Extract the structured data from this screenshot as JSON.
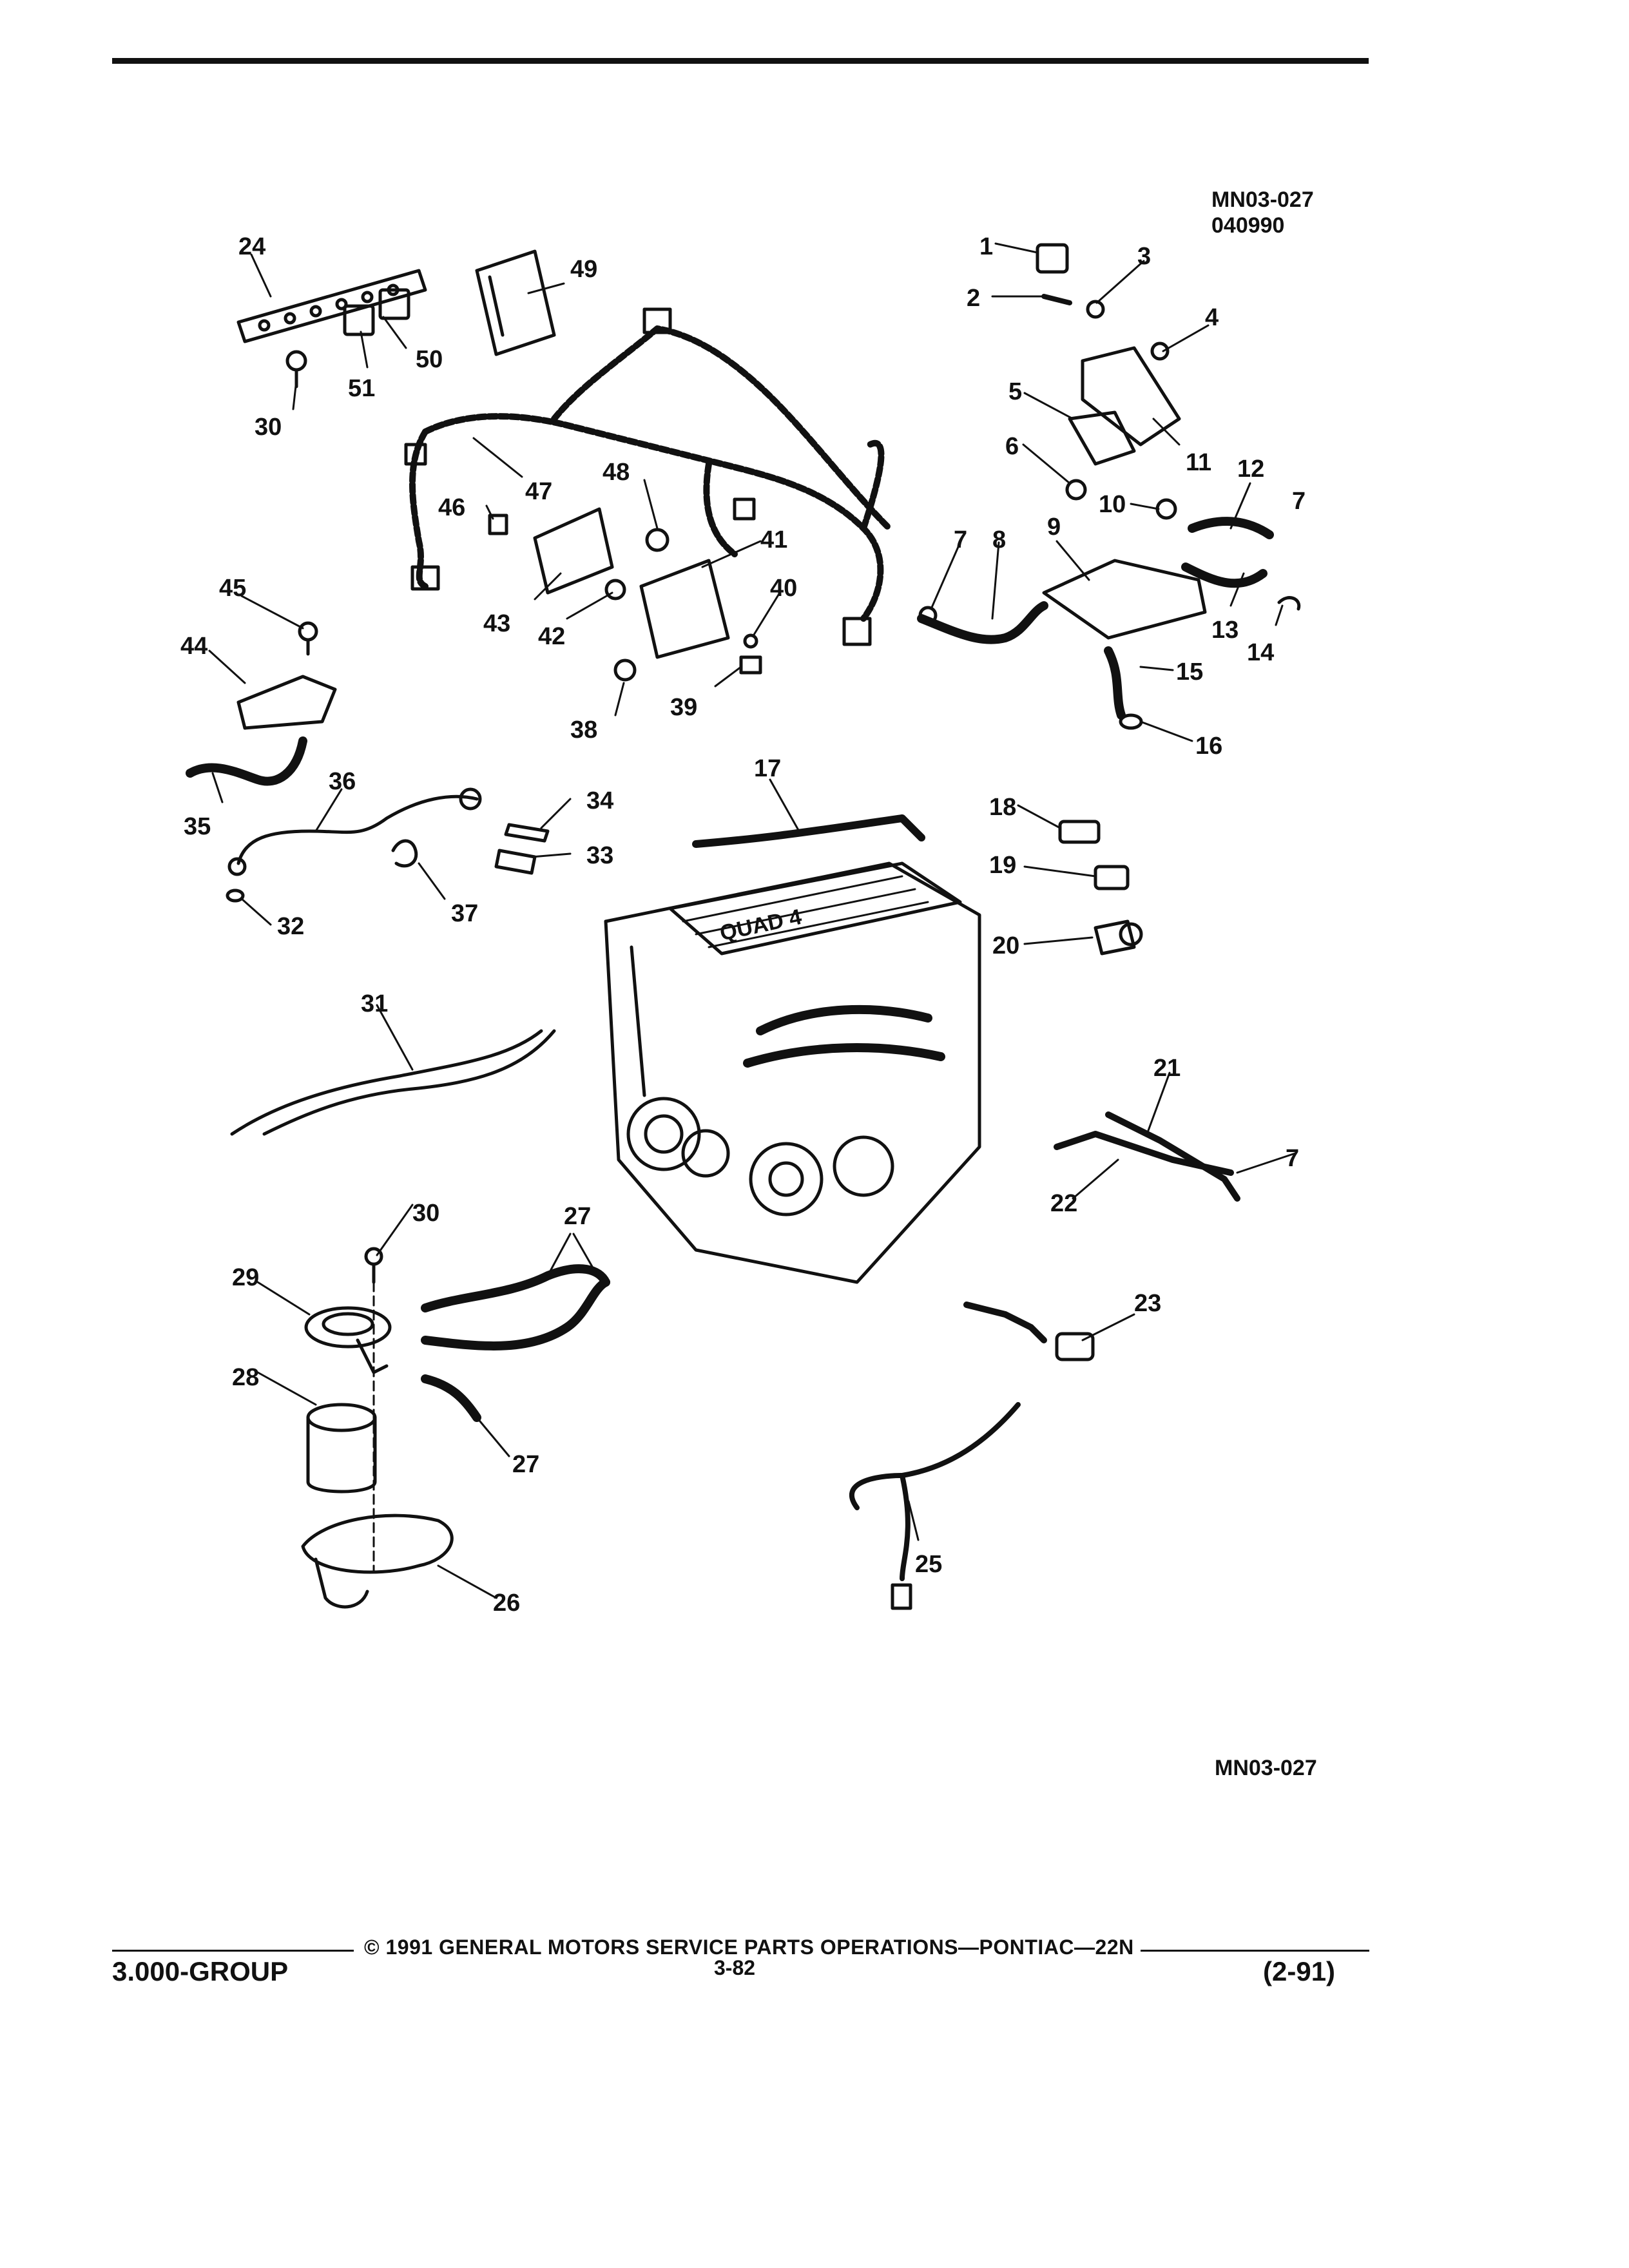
{
  "header": {
    "figure_code": "MN03-027",
    "figure_date": "040990"
  },
  "figure_code_bottom": "MN03-027",
  "footer": {
    "copyright": "© 1991 GENERAL MOTORS SERVICE PARTS OPERATIONS—PONTIAC—22N",
    "group": "3.000-GROUP",
    "page_number": "3-82",
    "revision": "(2-91)"
  },
  "engine_logo": "QUAD 4",
  "callouts": [
    "1",
    "2",
    "3",
    "4",
    "5",
    "6",
    "7",
    "8",
    "9",
    "10",
    "11",
    "12",
    "13",
    "14",
    "15",
    "16",
    "17",
    "18",
    "19",
    "20",
    "21",
    "22",
    "23",
    "24",
    "25",
    "26",
    "27",
    "28",
    "29",
    "30",
    "31",
    "32",
    "33",
    "34",
    "35",
    "36",
    "37",
    "38",
    "39",
    "40",
    "41",
    "42",
    "43",
    "44",
    "45",
    "46",
    "47",
    "48",
    "49",
    "50",
    "51"
  ]
}
